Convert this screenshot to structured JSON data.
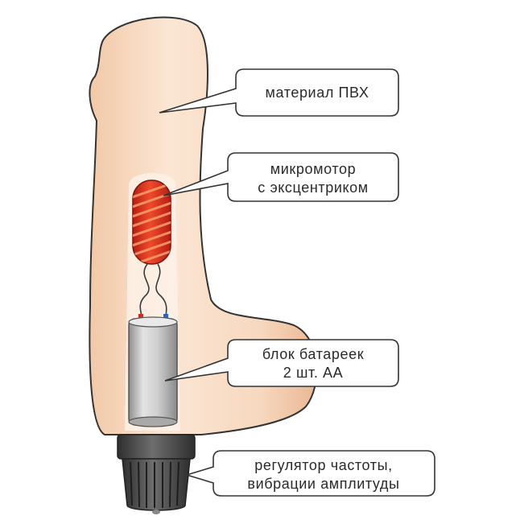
{
  "diagram": {
    "callouts": [
      {
        "id": "material",
        "lines": [
          "материал ПВХ"
        ]
      },
      {
        "id": "motor",
        "lines": [
          "микромотор",
          "с эксцентриком"
        ]
      },
      {
        "id": "battery",
        "lines": [
          "блок батареек",
          "2 шт. АА"
        ]
      },
      {
        "id": "regulator",
        "lines": [
          "регулятор частоты,",
          "вибрации амплитуды"
        ]
      }
    ]
  },
  "colors": {
    "body_fill": "#f6dcc5",
    "body_stroke": "#333333",
    "motor_red": "#d92a1e",
    "battery_gray": "#c8c8c8",
    "knob_dark": "#4a4a4a",
    "callout_stroke": "#333333"
  }
}
